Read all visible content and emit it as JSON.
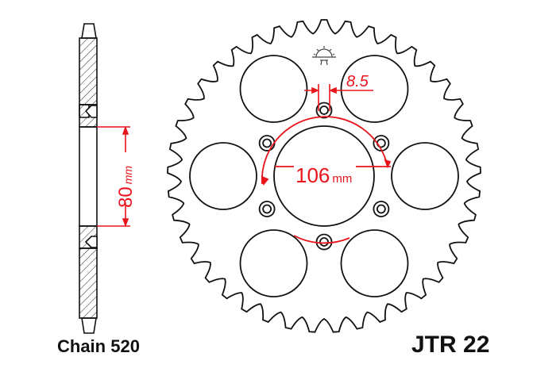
{
  "labels": {
    "chain": "Chain 520",
    "model": "JTR 22",
    "center_diameter": "80",
    "center_unit": "mm",
    "pcd": "106",
    "pcd_unit": "mm",
    "bolt_hole": "8.5"
  },
  "colors": {
    "outline": "#111111",
    "dimension": "#e8141c"
  },
  "icons": [
    "sun-logo-icon"
  ]
}
